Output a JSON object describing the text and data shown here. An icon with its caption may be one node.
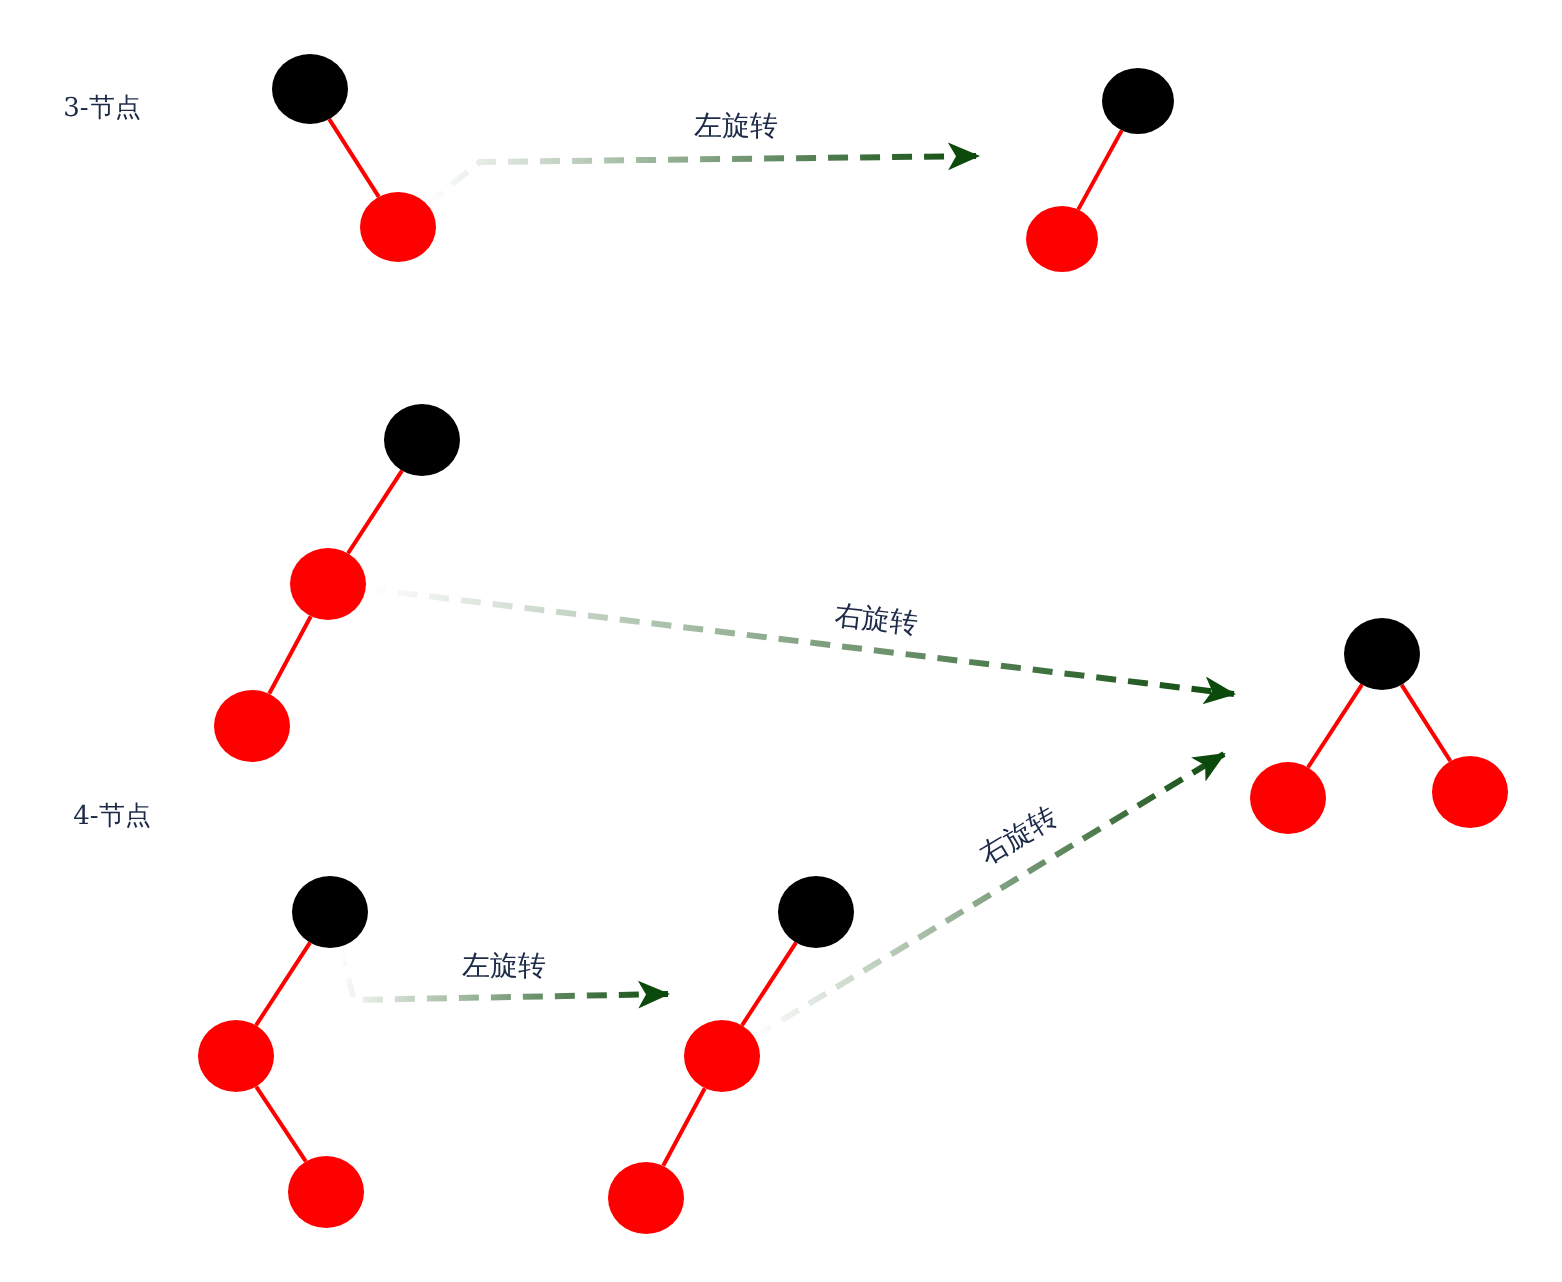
{
  "diagram": {
    "nodes": [
      {
        "text": [],
        "shape": "circle"
      },
      {
        "text": [],
        "shape": "circle"
      },
      {
        "text": [],
        "shape": "circle"
      },
      {
        "text": [],
        "shape": "circle"
      },
      {
        "text": [],
        "shape": "circle"
      },
      {
        "text": [],
        "shape": "circle"
      },
      {
        "text": [],
        "shape": "circle"
      },
      {
        "text": [],
        "shape": "circle"
      },
      {
        "text": [],
        "shape": "circle"
      },
      {
        "text": [],
        "shape": "circle"
      },
      {
        "text": [],
        "shape": "circle"
      },
      {
        "text": [],
        "shape": "circle"
      },
      {
        "text": [],
        "shape": "circle"
      },
      {
        "text": [],
        "shape": "circle"
      },
      {
        "text": [],
        "shape": "circle"
      },
      {
        "text": [],
        "shape": "circle"
      }
    ],
    "edges": [
      {
        "from": 0,
        "to": 1,
        "arrow": "none"
      },
      {
        "from": 2,
        "to": 3,
        "arrow": "none"
      },
      {
        "from": 4,
        "to": 5,
        "arrow": "none"
      },
      {
        "from": 5,
        "to": 6,
        "arrow": "none"
      },
      {
        "from": 7,
        "to": 8,
        "arrow": "none"
      },
      {
        "from": 7,
        "to": 9,
        "arrow": "none"
      },
      {
        "from": 10,
        "to": 11,
        "arrow": "none"
      },
      {
        "from": 11,
        "to": 12,
        "arrow": "none"
      },
      {
        "from": 13,
        "to": 14,
        "arrow": "none"
      },
      {
        "from": 14,
        "to": 15,
        "arrow": "none"
      },
      {
        "from": 1,
        "to": null,
        "arrow": "to",
        "label": "左旋转",
        "style": "dashed",
        "color": "#0c4a0c"
      },
      {
        "from": 5,
        "to": null,
        "arrow": "to",
        "label": "右旋转",
        "style": "dashed",
        "color": "#0c4a0c"
      },
      {
        "from": 10,
        "to": 14,
        "arrow": "to",
        "label": "左旋转",
        "style": "dashed",
        "color": "#0c4a0c"
      },
      {
        "from": 14,
        "to": 8,
        "arrow": "to",
        "label": "右旋转",
        "style": "dashed",
        "color": "#0c4a0c"
      }
    ],
    "labels": [
      "3-节点",
      "4-节点"
    ]
  }
}
